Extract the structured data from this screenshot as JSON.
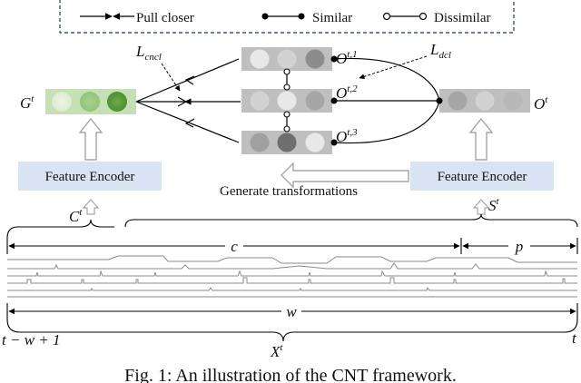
{
  "legend": {
    "pull_closer": "Pull closer",
    "similar": "Similar",
    "dissimilar": "Dissimilar"
  },
  "labels": {
    "l_cncl": "L",
    "l_cncl_sub": "cncl",
    "l_dcl": "L",
    "l_dcl_sub": "dcl",
    "g": "G",
    "g_sup": "t",
    "o": "O",
    "o_sup": "t",
    "o1": "O",
    "o1_sup": "t,1",
    "o2": "O",
    "o2_sup": "t,2",
    "o3": "O",
    "o3_sup": "t,3",
    "c_t": "C",
    "c_t_sup": "t",
    "s_t": "S",
    "s_t_sup": "t",
    "c": "c",
    "p": "p",
    "w": "w",
    "t_start": "t − w + 1",
    "t_end": "t",
    "x": "X",
    "x_sup": "t"
  },
  "encoders": {
    "left": "Feature Encoder",
    "right": "Feature Encoder"
  },
  "generate_label": "Generate transformations",
  "caption": "Fig. 1: An illustration of the CNT framework.",
  "colors": {
    "green_vector": "#c5e0b4",
    "gray_vector": "#bfbfbf",
    "encoder_fill": "#dae3f3",
    "arrow_outline": "#a6a6a6"
  }
}
